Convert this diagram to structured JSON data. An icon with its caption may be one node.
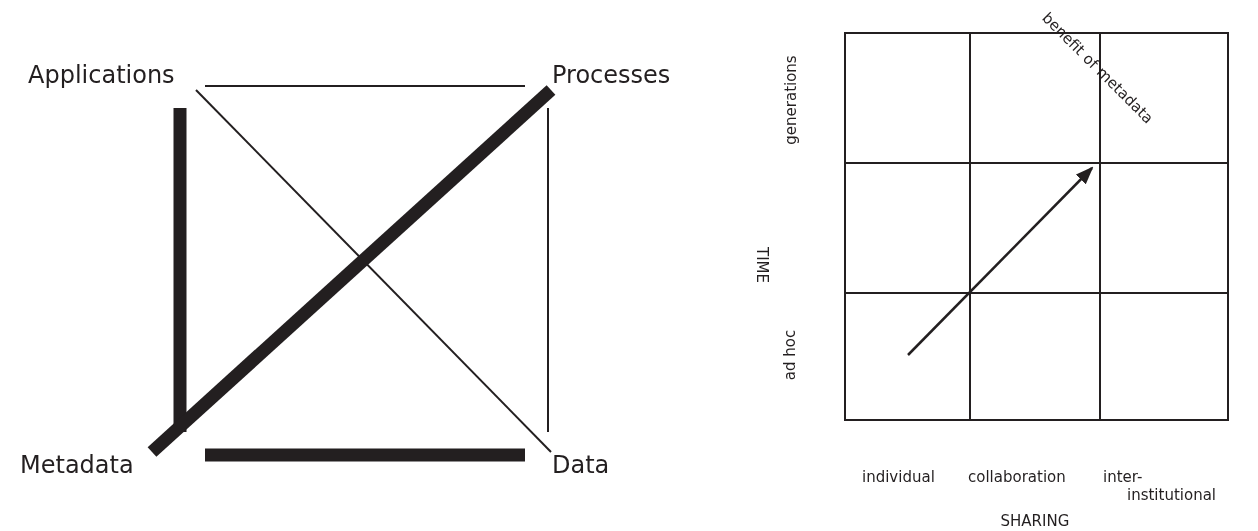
{
  "diagram": {
    "nodes": [
      {
        "text": [
          "Applications"
        ]
      },
      {
        "text": [
          "Processes"
        ]
      },
      {
        "text": [
          "Metadata"
        ]
      },
      {
        "text": [
          "Data"
        ]
      }
    ],
    "edges": [
      {
        "from": 0,
        "to": 1,
        "arrow": "none"
      },
      {
        "from": 0,
        "to": 2,
        "arrow": "none",
        "style": "thick"
      },
      {
        "from": 1,
        "to": 3,
        "arrow": "none"
      },
      {
        "from": 2,
        "to": 3,
        "arrow": "none",
        "style": "thick"
      },
      {
        "from": 0,
        "to": 3,
        "arrow": "none"
      },
      {
        "from": 1,
        "to": 2,
        "arrow": "none",
        "style": "thick"
      }
    ],
    "labels": [
      "benefit of metadata",
      "generations",
      "TIME",
      "ad hoc",
      "individual",
      "collaboration",
      "inter- institutional",
      "SHARING"
    ]
  }
}
